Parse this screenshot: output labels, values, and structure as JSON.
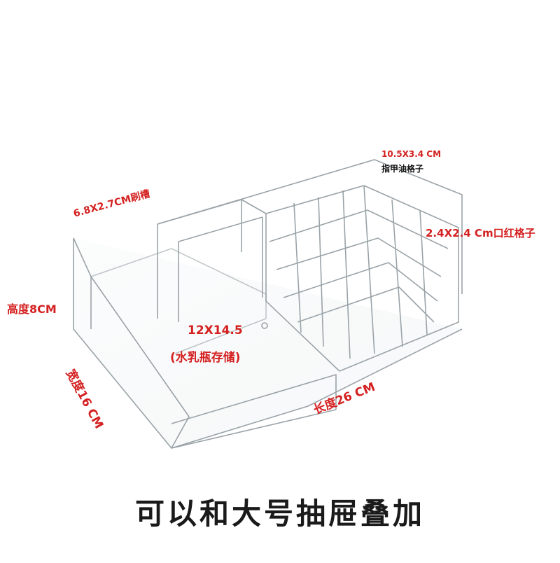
{
  "labels": {
    "nail_polish_size": "10.5X3.4 CM",
    "nail_polish_name": "指甲油格子",
    "brush_slot": "6.8X2.7CM刷槽",
    "lipstick_grid": "2.4X2.4 Cm口红格子",
    "height": "高度8CM",
    "bottle_size": "12X14.5",
    "bottle_name": "(水乳瓶存储)",
    "width": "宽度16 CM",
    "length": "长度26 CM"
  },
  "caption": "可以和大号抽屉叠加",
  "colors": {
    "label": "#d42020",
    "caption": "#1a1a1a",
    "acrylic_edge": "#9aa3a8"
  }
}
